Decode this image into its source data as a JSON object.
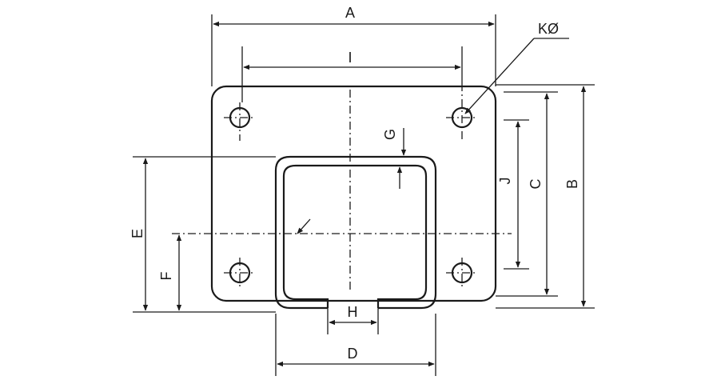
{
  "drawing": {
    "labels": {
      "A": "A",
      "B": "B",
      "C": "C",
      "D": "D",
      "E": "E",
      "F": "F",
      "G": "G",
      "H": "H",
      "I": "I",
      "J": "J",
      "K": "KØ"
    }
  }
}
